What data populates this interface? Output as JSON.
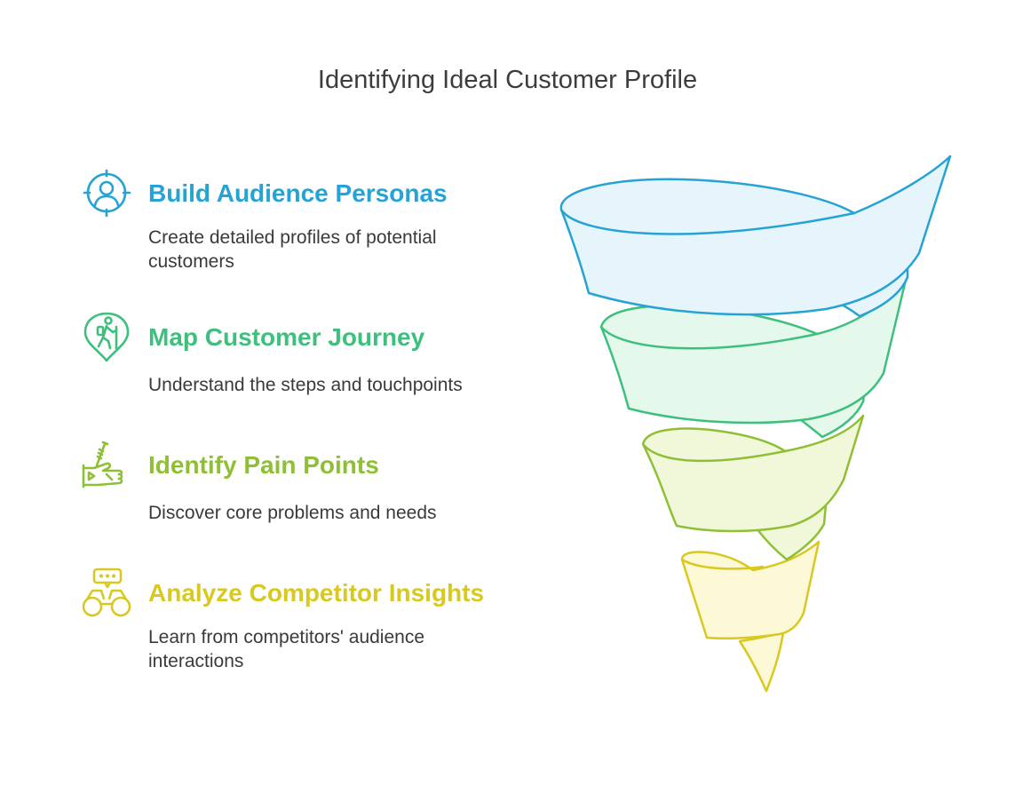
{
  "title": "Identifying Ideal Customer Profile",
  "colors": {
    "blue": "#26a3d4",
    "green": "#3ebf7e",
    "lime": "#8fbf35",
    "yellow": "#d8c921"
  },
  "steps": [
    {
      "heading": "Build Audience Personas",
      "description": "Create detailed profiles of potential customers",
      "icon": "persona-target-icon"
    },
    {
      "heading": "Map Customer Journey",
      "description": "Understand the steps and touchpoints",
      "icon": "hiker-location-icon"
    },
    {
      "heading": "Identify Pain Points",
      "description": "Discover core problems and needs",
      "icon": "hand-syringe-icon"
    },
    {
      "heading": "Analyze Competitor Insights",
      "description": "Learn from competitors' audience interactions",
      "icon": "binoculars-chat-icon"
    }
  ]
}
